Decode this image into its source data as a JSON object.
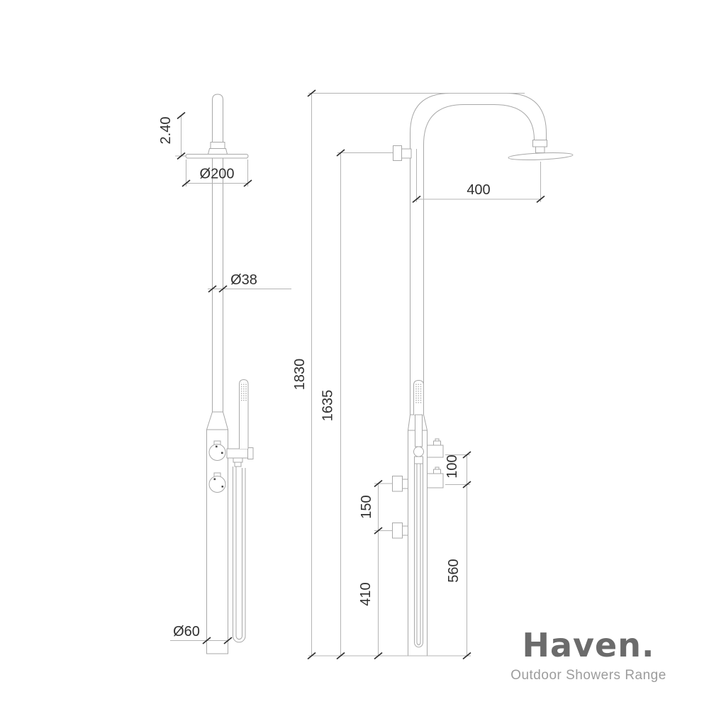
{
  "theme": {
    "background": "#ffffff",
    "geometry_line": "#a8a8a8",
    "dimension_line": "#b4b4b4",
    "tick": "#2e2e2e",
    "dimension_text": "#303030",
    "logo_text": "#6b6b6b",
    "tagline_text": "#9c9c9c"
  },
  "drawing": {
    "dimensions": {
      "head_thickness": "2.40",
      "head_diameter": "Ø200",
      "pole_diameter": "Ø38",
      "body_diameter": "Ø60",
      "total_height": "1830",
      "wall_bracket_height": "1635",
      "arm_reach": "400",
      "right_outlet_spacing": "100",
      "left_inlet_spacing": "150",
      "right_outlet_height": "560",
      "left_inlet_height": "410"
    }
  },
  "logo": {
    "name": "Haven.",
    "tagline": "Outdoor Showers Range"
  }
}
